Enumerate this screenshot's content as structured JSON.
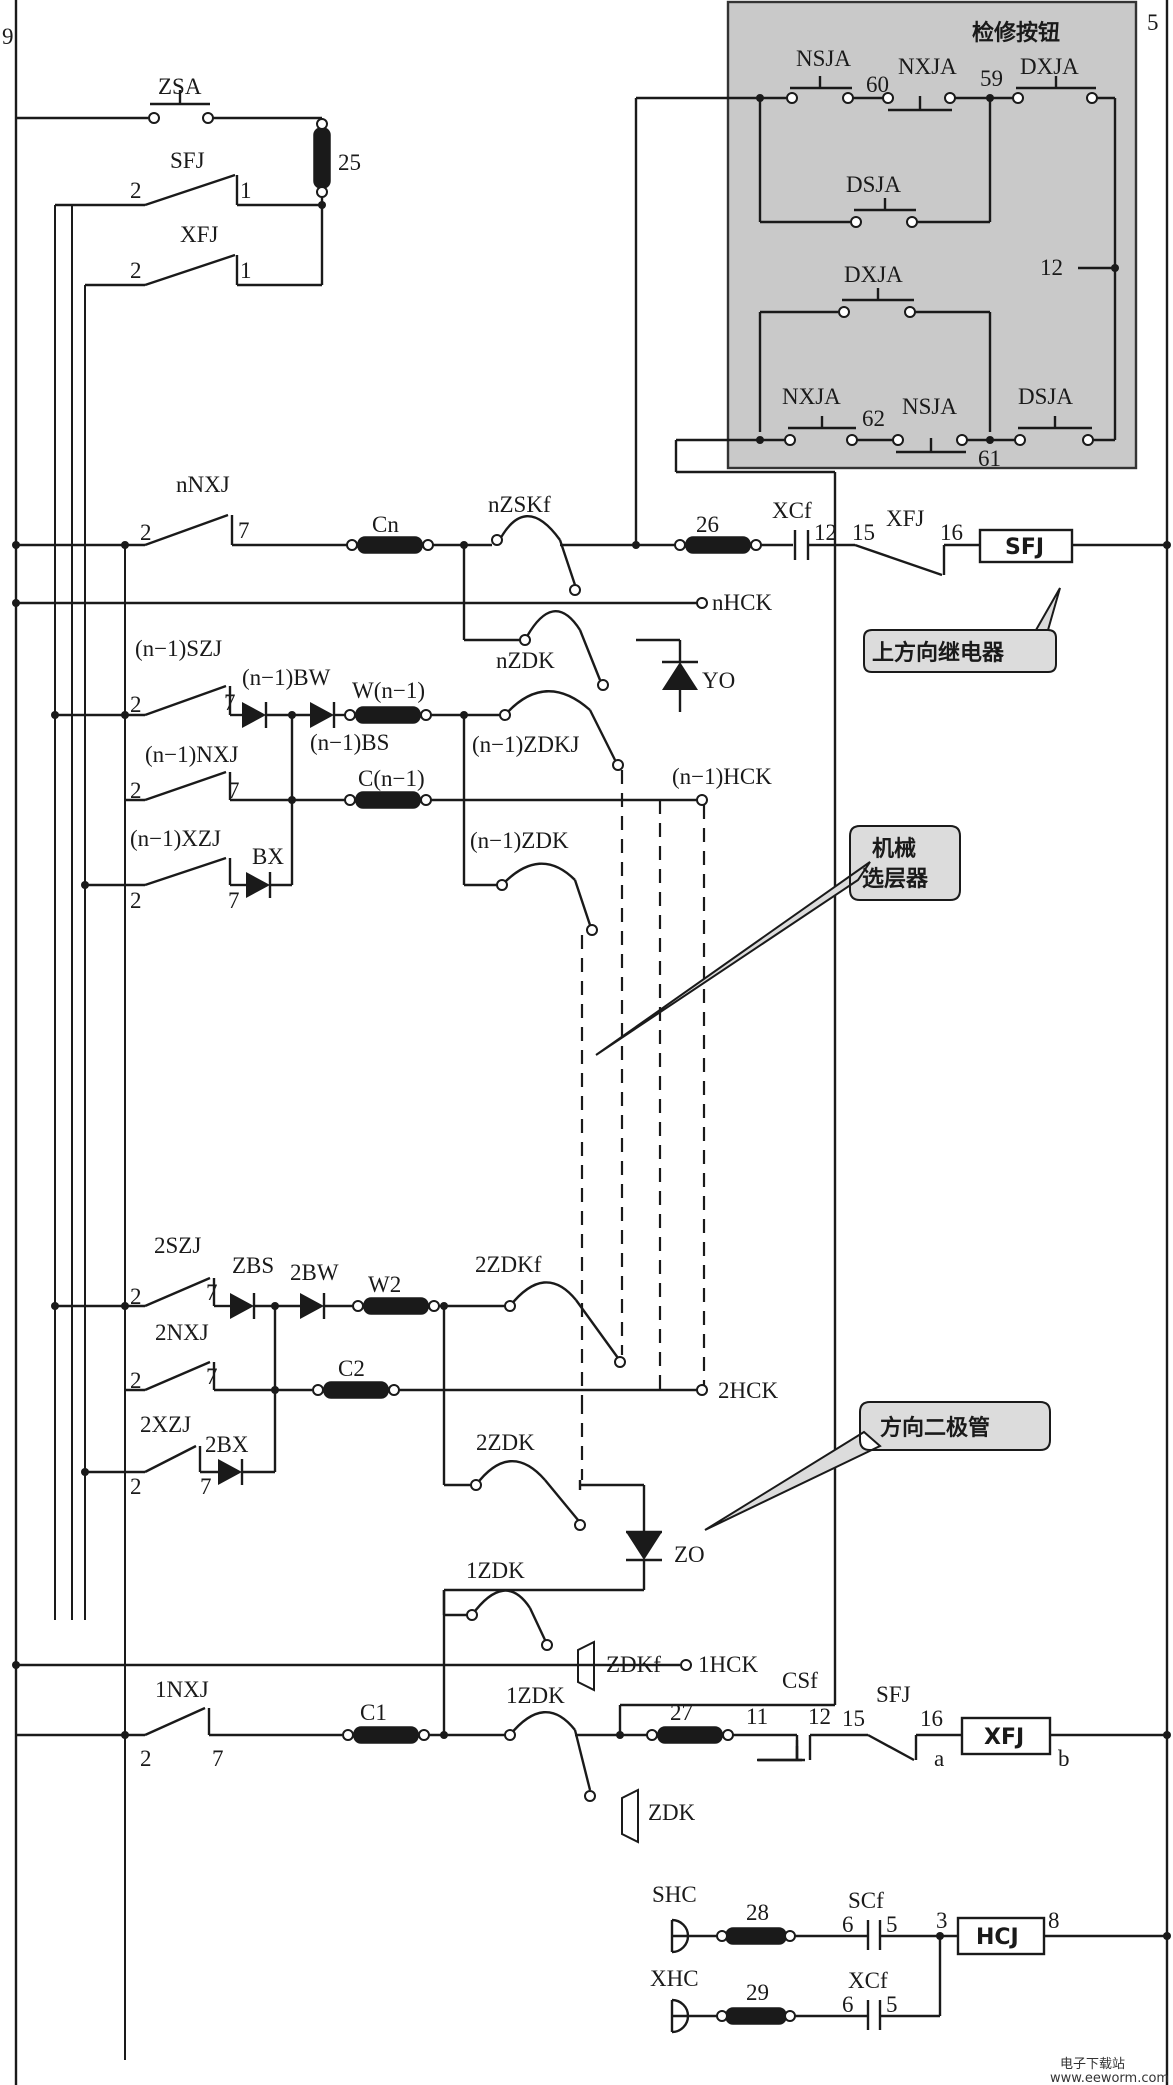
{
  "bus": {
    "left": "9",
    "right": "5"
  },
  "inspection": {
    "title": "检修按钮",
    "nsja_top": "NSJA",
    "nxja_top": "NXJA",
    "dxja_top": "DXJA",
    "n60": "60",
    "n59": "59",
    "dsja_mid": "DSJA",
    "dxja_mid": "DXJA",
    "n12": "12",
    "nxja_bot": "NXJA",
    "nsja_bot": "NSJA",
    "dsja_bot": "DSJA",
    "n62": "62",
    "n61": "61"
  },
  "top": {
    "zsa": "ZSA",
    "sfj": "SFJ",
    "xfj": "XFJ",
    "r25": "25",
    "t2a": "2",
    "t1a": "1",
    "t2b": "2",
    "t1b": "1"
  },
  "rowN": {
    "nnxj": "nNXJ",
    "t2": "2",
    "t7": "7",
    "cn": "Cn",
    "nzskf": "nZSKf",
    "r26": "26",
    "xcf": "XCf",
    "t12": "12",
    "t15": "15",
    "xfj": "XFJ",
    "t16": "16",
    "sfj_coil": "SFJ",
    "nhck": "nHCK",
    "nzdk": "nZDK",
    "yo": "YO"
  },
  "rowN1": {
    "szj": "(n−1)SZJ",
    "bw": "(n−1)BW",
    "w": "W(n−1)",
    "t2": "2",
    "t7": "7",
    "bs": "(n−1)BS",
    "zdkj": "(n−1)ZDKJ",
    "nxj": "(n−1)NXJ",
    "c": "C(n−1)",
    "hck": "(n−1)HCK",
    "t2b": "2",
    "t7b": "7",
    "xzj": "(n−1)XZJ",
    "bx": "BX",
    "zdk": "(n−1)ZDK",
    "t2c": "2",
    "t7c": "7"
  },
  "row2": {
    "szj": "2SZJ",
    "zbs": "ZBS",
    "bw": "2BW",
    "w2": "W2",
    "zdkf": "2ZDKf",
    "t2": "2",
    "t7": "7",
    "nxj": "2NXJ",
    "c2": "C2",
    "hck": "2HCK",
    "t2b": "2",
    "t7b": "7",
    "xzj": "2XZJ",
    "bx": "2BX",
    "zdk": "2ZDK",
    "t2c": "2",
    "t7c": "7",
    "zo": "ZO"
  },
  "row1": {
    "zdk_a": "1ZDK",
    "zdkf": "ZDKf",
    "hck": "1HCK",
    "csf": "CSf",
    "nxj": "1NXJ",
    "c1": "C1",
    "zdk_b": "1ZDK",
    "r27": "27",
    "t11": "11",
    "t12": "12",
    "sfj": "SFJ",
    "t15": "15",
    "t16": "16",
    "xfj_coil": "XFJ",
    "ta": "a",
    "tb": "b",
    "zdk": "ZDK",
    "t2": "2",
    "t7": "7"
  },
  "bottom": {
    "shc": "SHC",
    "r28": "28",
    "scf": "SCf",
    "t6a": "6",
    "t5a": "5",
    "t3": "3",
    "hcj": "HCJ",
    "t8": "8",
    "xhc": "XHC",
    "r29": "29",
    "xcf": "XCf",
    "t6b": "6",
    "t5b": "5"
  },
  "callouts": {
    "up_relay": "上方向继电器",
    "selector_1": "机械",
    "selector_2": "选层器",
    "dir_diode": "方向二极管"
  },
  "watermark": {
    "brand": "电子下载站",
    "url": "www.eeworm.com"
  }
}
